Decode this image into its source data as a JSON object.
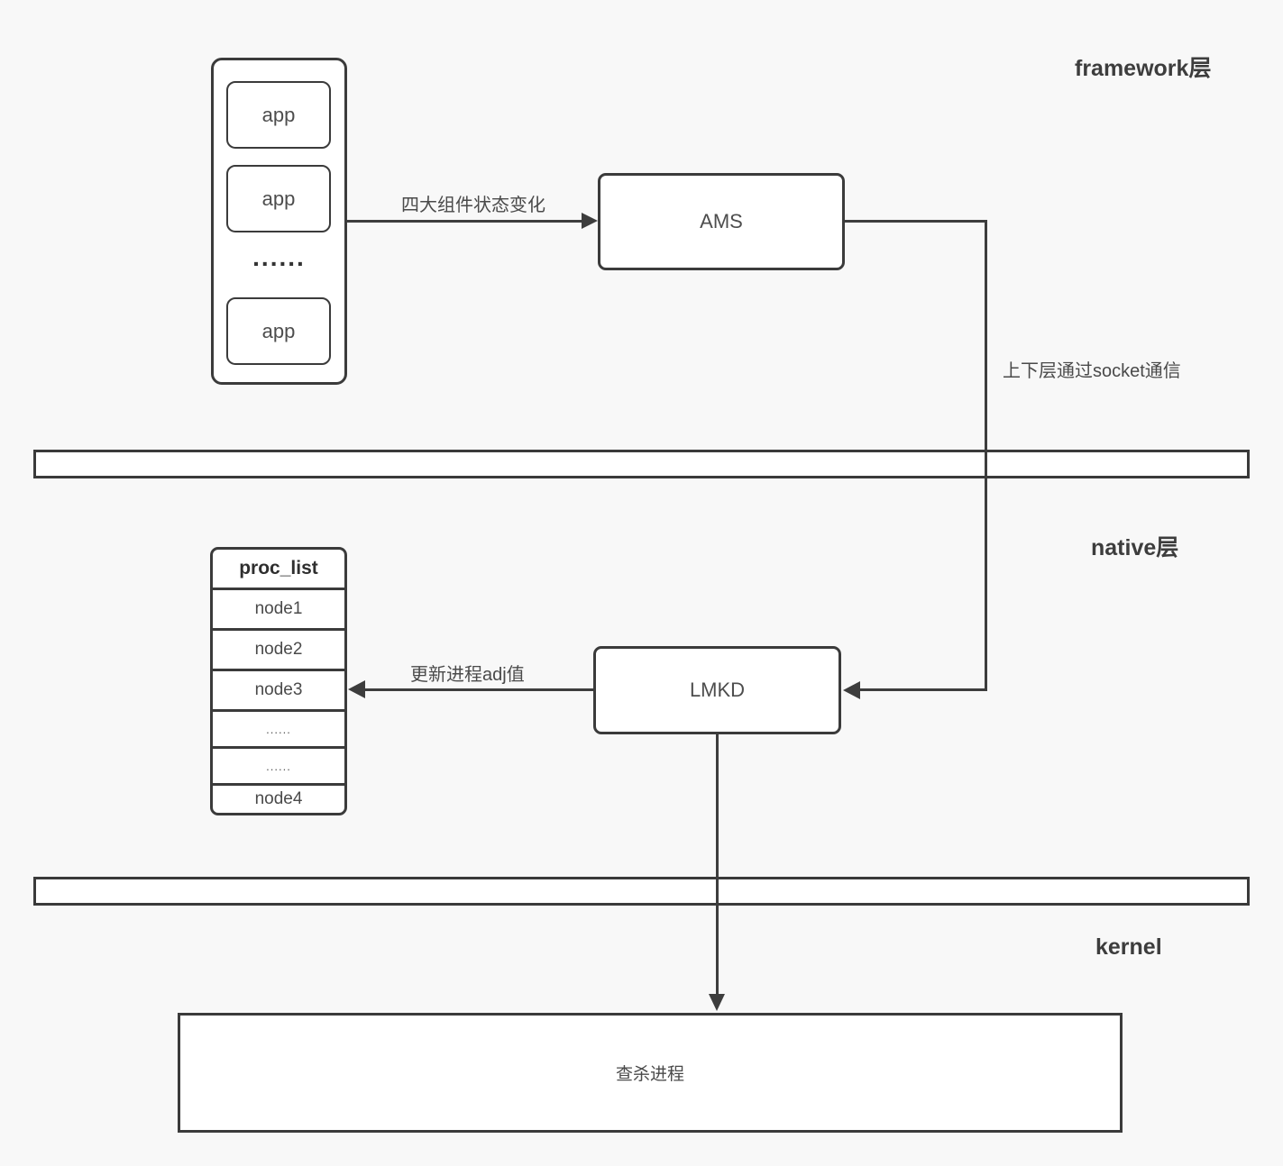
{
  "layer_labels": {
    "framework": "framework层",
    "native": "native层",
    "kernel": "kernel"
  },
  "app_stack": {
    "apps": [
      "app",
      "app",
      "app"
    ],
    "ellipsis": "......"
  },
  "ams": {
    "label": "AMS"
  },
  "lmkd": {
    "label": "LMKD"
  },
  "kill_box": {
    "label": "查杀进程"
  },
  "proc_list": {
    "header": "proc_list",
    "rows": [
      "node1",
      "node2",
      "node3",
      "......",
      "......",
      "node4"
    ]
  },
  "edge_labels": {
    "components": "四大组件状态变化",
    "socket": "上下层通过socket通信",
    "adj": "更新进程adj值"
  },
  "colors": {
    "background": "#f8f8f8",
    "box_fill": "#ffffff",
    "border": "#3b3b3b",
    "line": "#3d3d3d",
    "text": "#4a4a4a"
  }
}
